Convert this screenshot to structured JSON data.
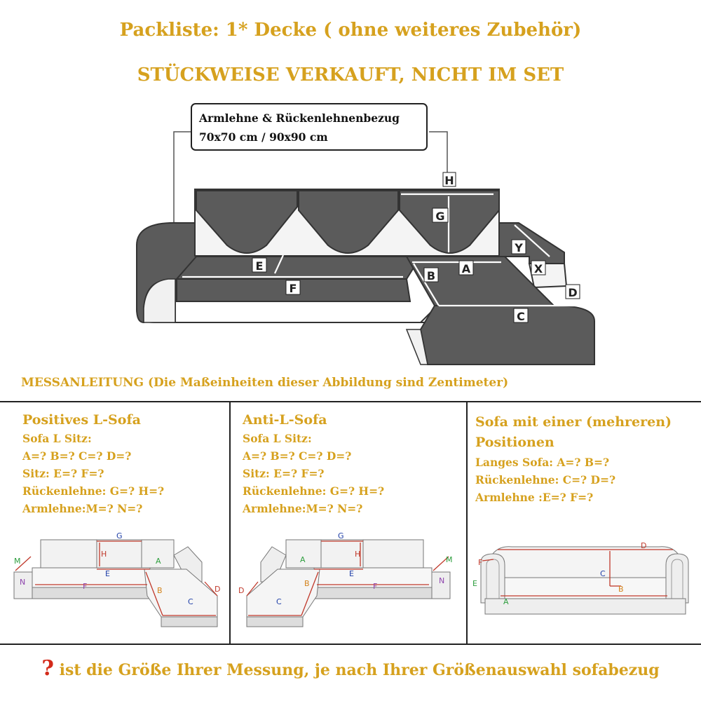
{
  "title_line1": "Packliste: 1* Decke ( ohne weiteres Zubehör)",
  "title_line2": "STÜCKWEISE VERKAUFT, NICHT IM SET",
  "callout": {
    "line1": "Armlehne & Rückenlehnenbezug",
    "line2": "70x70 cm / 90x90 cm"
  },
  "hero_labels": {
    "H": "H",
    "G": "G",
    "E": "E",
    "F": "F",
    "A": "A",
    "B": "B",
    "C": "C",
    "D": "D",
    "X": "X",
    "Y": "Y"
  },
  "guide": "MESSANLEITUNG (Die Maßeinheiten dieser Abbildung sind Zentimeter)",
  "columns": [
    {
      "title": "Positives L-Sofa",
      "lines": [
        "Sofa L Sitz:",
        "A=?   B=?    C=?     D=?",
        "Sitz:  E=?     F=?",
        "Rückenlehne: G=?    H=?",
        "Armlehne:M=?    N=?"
      ]
    },
    {
      "title": "Anti-L-Sofa",
      "lines": [
        "Sofa L Sitz:",
        "A=?   B=?    C=?     D=?",
        "Sitz:  E=?     F=?",
        "Rückenlehne: G=?    H=?",
        "Armlehne:M=?    N=?"
      ]
    },
    {
      "title": "Sofa mit einer (mehreren) Positionen",
      "lines": [
        "Langes Sofa: A=?    B=?",
        "Rückenlehne: C=?    D=?",
        "Armlehne :E=?     F=?"
      ]
    }
  ],
  "mini_labels": {
    "left": {
      "G": "G",
      "H": "H",
      "A": "A",
      "M": "M",
      "N": "N",
      "E": "E",
      "F": "F",
      "B": "B",
      "C": "C",
      "D": "D"
    },
    "middle": {
      "G": "G",
      "H": "H",
      "A": "A",
      "E": "E",
      "F": "F",
      "B": "B",
      "C": "C",
      "D": "D",
      "M": "M",
      "N": "N"
    },
    "right": {
      "D": "D",
      "C": "C",
      "F": "F",
      "E": "E",
      "B": "B",
      "A": "A"
    }
  },
  "footer": {
    "mark": "?",
    "text": " ist die Größe Ihrer Messung, je nach Ihrer Größenauswahl sofabezug"
  },
  "colors": {
    "gold": "#d6a11e",
    "sofa_gray": "#5b5b5b",
    "red": "#c0392b",
    "green": "#2e9e3e",
    "blue": "#1f3fa8",
    "purple": "#8e44ad",
    "orange": "#d4831c"
  }
}
